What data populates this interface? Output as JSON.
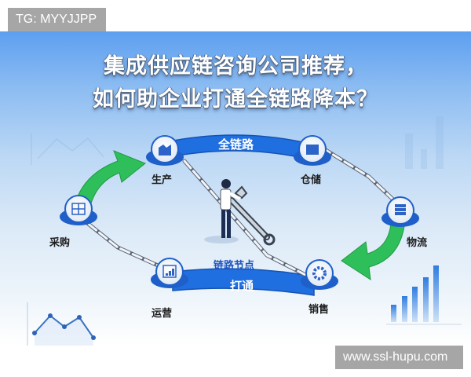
{
  "watermark": {
    "top_left": "TG: MYYJJPP",
    "bottom_right": "www.ssl-hupu.com"
  },
  "title": {
    "line1": "集成供应链咨询公司推荐，",
    "line2": "如何助企业打通全链路降本？"
  },
  "ribbons": {
    "top": "全链路",
    "bottom": "打通"
  },
  "center_caption": "链路节点",
  "nodes": [
    {
      "label": "生产",
      "icon": "factory-icon"
    },
    {
      "label": "仓储",
      "icon": "warehouse-icon"
    },
    {
      "label": "物流",
      "icon": "server-stack-icon"
    },
    {
      "label": "销售",
      "icon": "gear-icon"
    },
    {
      "label": "运营",
      "icon": "bar-chart-icon"
    },
    {
      "label": "采购",
      "icon": "package-icon"
    }
  ],
  "colors": {
    "ribbon_blue": "#1f6fe0",
    "arrow_green": "#2fbf5a",
    "badge_grey": "#a6a6a6",
    "sky_top": "#5d9ff0"
  }
}
